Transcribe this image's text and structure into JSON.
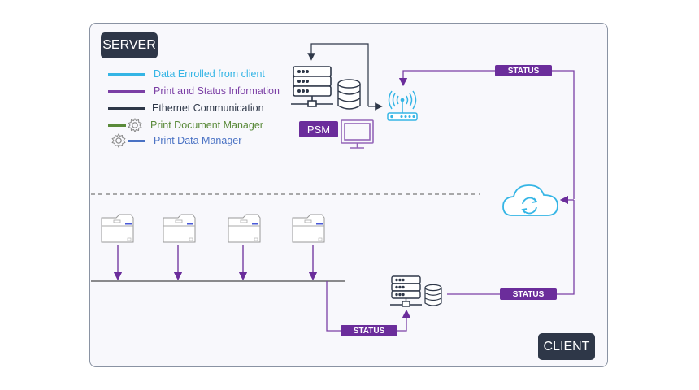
{
  "diagram": {
    "server_label": "SERVER",
    "client_label": "CLIENT",
    "psm_label": "PSM",
    "legend": [
      {
        "label": "Data Enrolled from client",
        "color": "#35b5e5",
        "icon": "line"
      },
      {
        "label": "Print and Status Information",
        "color": "#7b3fa5",
        "icon": "line"
      },
      {
        "label": "Ethernet Communication",
        "color": "#2e3748",
        "icon": "line"
      },
      {
        "label": "Print Document Manager",
        "color": "#5a8a3a",
        "icon": "line-gear"
      },
      {
        "label": "Print  Data Manager",
        "color": "#4a72c4",
        "icon": "gear-line"
      }
    ],
    "status_tags": [
      "STATUS",
      "STATUS",
      "STATUS"
    ],
    "nodes": {
      "server": "server-icon",
      "database": "database-icon",
      "router": "wifi-router-icon",
      "monitor": "monitor-icon",
      "cloud": "cloud-sync-icon",
      "client_server": "server-icon",
      "printers": [
        "printer-icon",
        "printer-icon",
        "printer-icon",
        "printer-icon"
      ]
    },
    "colors": {
      "accent_purple": "#6b2d9b",
      "dark_badge": "#2e3748",
      "cyan": "#35b5e5"
    }
  }
}
